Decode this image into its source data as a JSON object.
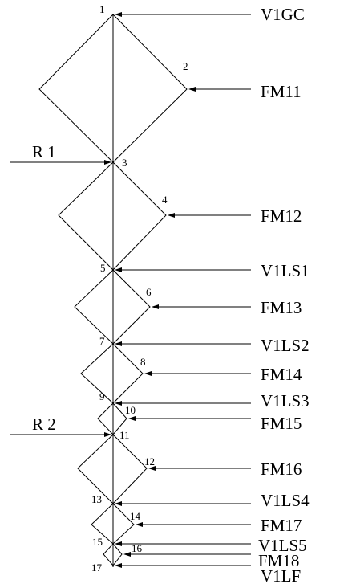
{
  "diagram": {
    "nodes": [
      {
        "id": "n1",
        "label": "1"
      },
      {
        "id": "n2",
        "label": "2"
      },
      {
        "id": "n3",
        "label": "3"
      },
      {
        "id": "n4",
        "label": "4"
      },
      {
        "id": "n5",
        "label": "5"
      },
      {
        "id": "n6",
        "label": "6"
      },
      {
        "id": "n7",
        "label": "7"
      },
      {
        "id": "n8",
        "label": "8"
      },
      {
        "id": "n9",
        "label": "9"
      },
      {
        "id": "n10",
        "label": "10"
      },
      {
        "id": "n11",
        "label": "11"
      },
      {
        "id": "n12",
        "label": "12"
      },
      {
        "id": "n13",
        "label": "13"
      },
      {
        "id": "n14",
        "label": "14"
      },
      {
        "id": "n15",
        "label": "15"
      },
      {
        "id": "n16",
        "label": "16"
      },
      {
        "id": "n17",
        "label": "17"
      }
    ],
    "inputs": [
      {
        "label": "V1GC"
      },
      {
        "label": "FM11"
      },
      {
        "label": "R 1"
      },
      {
        "label": "FM12"
      },
      {
        "label": "V1LS1"
      },
      {
        "label": "FM13"
      },
      {
        "label": "V1LS2"
      },
      {
        "label": "FM14"
      },
      {
        "label": "V1LS3"
      },
      {
        "label": "FM15"
      },
      {
        "label": "R 2"
      },
      {
        "label": "FM16"
      },
      {
        "label": "V1LS4"
      },
      {
        "label": "FM17"
      },
      {
        "label": "V1LS5"
      },
      {
        "label": "FM18"
      },
      {
        "label": "V1LF"
      }
    ]
  }
}
